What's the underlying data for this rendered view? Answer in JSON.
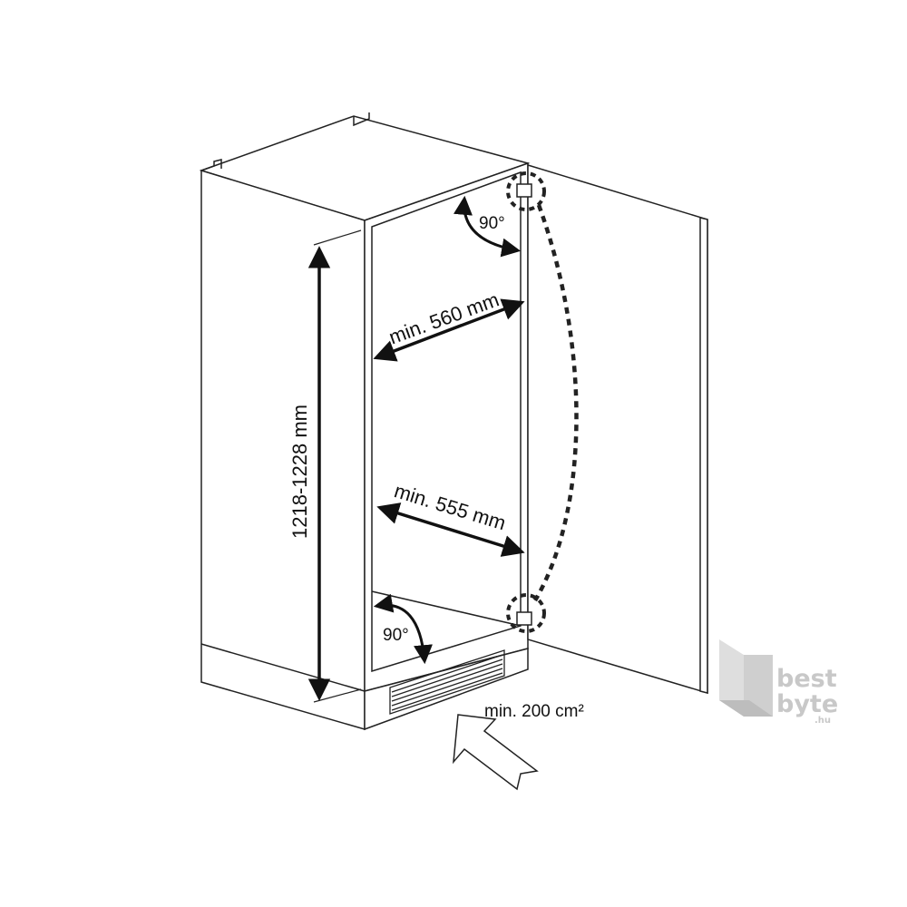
{
  "dimensions": {
    "height_range": "1218-1228 mm",
    "top_width": "min. 560 mm",
    "bottom_width": "min. 555 mm",
    "top_angle": "90°",
    "bottom_angle": "90°",
    "ventilation": "min. 200 cm²"
  },
  "logo": {
    "line1": "best",
    "line2": "byte",
    "suffix": ".hu"
  },
  "colors": {
    "line": "#222222",
    "logo": "#c8c8c8"
  }
}
